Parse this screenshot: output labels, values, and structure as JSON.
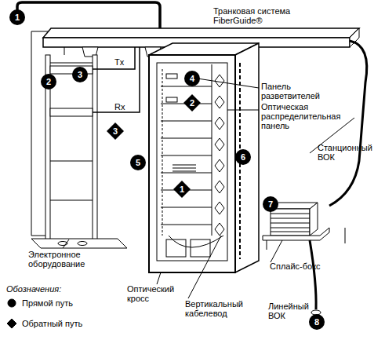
{
  "diagram": {
    "nodes": [
      {
        "text": [
          "1"
        ]
      },
      {
        "text": [
          "3"
        ]
      },
      {
        "text": [
          "2"
        ]
      },
      {
        "text": [
          "4"
        ]
      },
      {
        "text": [
          "2"
        ]
      },
      {
        "text": [
          "3"
        ]
      },
      {
        "text": [
          "6"
        ]
      },
      {
        "text": [
          "5"
        ]
      },
      {
        "text": [
          "1"
        ]
      },
      {
        "text": [
          "7"
        ]
      },
      {
        "text": [
          "8"
        ]
      }
    ],
    "labels": [
      "Транковая система FiberGuide®",
      "Tx",
      "Rx",
      "Панель разветвителей",
      "Оптическая распределительная панель",
      "Станционный ВОК",
      "Электронное оборудование",
      "Оптический кросс",
      "Вертикальный кабелевод",
      "Сплайс-бокс",
      "Линейный ВОК",
      "Обозначения:"
    ],
    "legend": [
      {
        "text": "Прямой путь"
      },
      {
        "text": "Обратный путь"
      }
    ]
  }
}
